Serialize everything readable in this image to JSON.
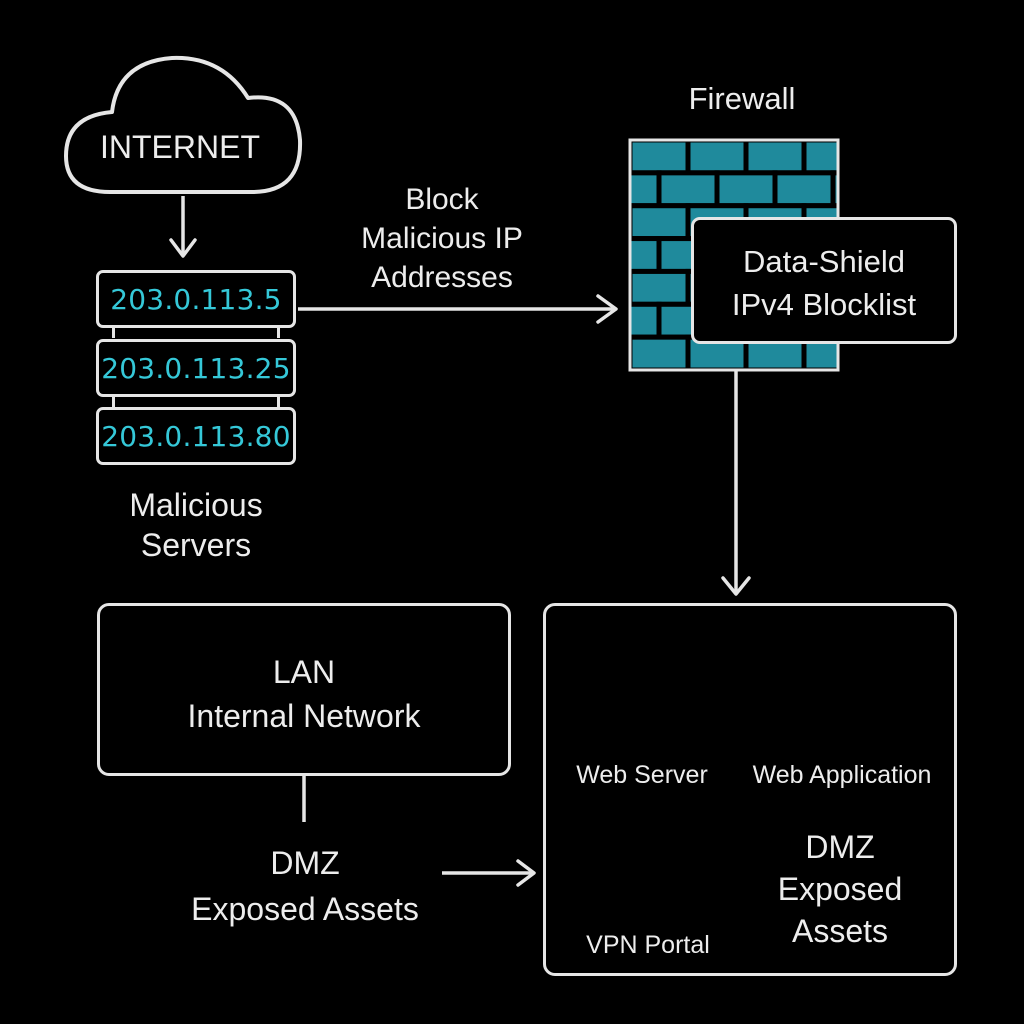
{
  "internet": {
    "label": "INTERNET"
  },
  "malicious_servers": {
    "ips": [
      "203.0.113.5",
      "203.0.113.25",
      "203.0.113.80"
    ],
    "caption_line1": "Malicious",
    "caption_line2": "Servers"
  },
  "block_label": {
    "line1": "Block",
    "line2": "Malicious IP",
    "line3": "Addresses"
  },
  "firewall": {
    "title": "Firewall",
    "blocklist_line1": "Data-Shield",
    "blocklist_line2": "IPv4 Blocklist"
  },
  "lan": {
    "line1": "LAN",
    "line2": "Internal Network"
  },
  "dmz_label": {
    "line1": "DMZ",
    "line2": "Exposed Assets"
  },
  "dmz_box": {
    "web_server": "Web Server",
    "web_application": "Web Application",
    "vpn_portal": "VPN Portal",
    "title_line1": "DMZ",
    "title_line2": "Exposed",
    "title_line3": "Assets"
  },
  "colors": {
    "background": "#000000",
    "stroke": "#e6e6e6",
    "ip_text": "#35c8d8",
    "firewall_brick": "#1f8a9c"
  },
  "icons": [
    "cloud-icon",
    "server-rack-icon",
    "brick-wall-icon",
    "globe-icon",
    "browser-window-icon",
    "padlock-icon"
  ]
}
